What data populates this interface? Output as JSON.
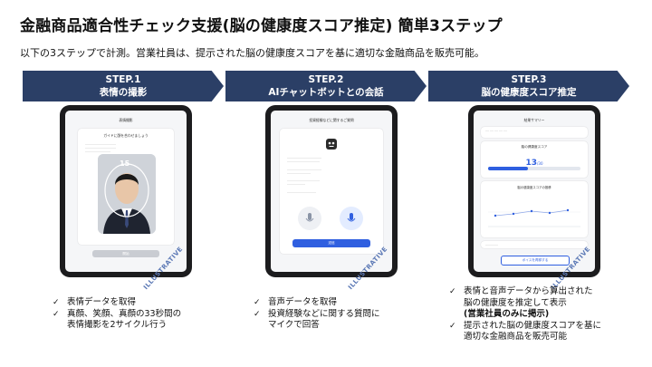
{
  "title": "金融商品適合性チェック支援(脳の健康度スコア推定) 簡単3ステップ",
  "subtitle": "以下の3ステップで計測。営業社員は、提示された脳の健康度スコアを基に適切な金融商品を販売可能。",
  "steps": [
    {
      "label": "STEP.1",
      "name": "表情の撮影"
    },
    {
      "label": "STEP.2",
      "name": "AIチャットボットとの会話"
    },
    {
      "label": "STEP.3",
      "name": "脳の健康度スコア推定"
    }
  ],
  "screens": {
    "s1": {
      "title": "表情撮影",
      "card_title": "ガイドに顔を合わせましょう",
      "countdown": "15",
      "button": "開始"
    },
    "s2": {
      "title": "投資経験などに関するご質問",
      "button": "送信"
    },
    "s3": {
      "title": "結果サマリー",
      "score_label": "脳の健康度スコア",
      "score": "13",
      "score_unit": "/30",
      "trend_label": "脳の健康度スコアの推移",
      "button": "ボイスを再録する"
    }
  },
  "watermark": "ILLUSTRATIVE",
  "check_icon": "check-icon",
  "bullets": {
    "step1": [
      {
        "lines": [
          "表情データを取得"
        ]
      },
      {
        "lines": [
          "真顔、笑顔、真顔の33秒間の",
          "表情撮影を2サイクル行う"
        ]
      }
    ],
    "step2": [
      {
        "lines": [
          "音声データを取得"
        ]
      },
      {
        "lines": [
          "投資経験などに関する質問に",
          "マイクで回答"
        ]
      }
    ],
    "step3": [
      {
        "lines": [
          "表情と音声データから算出された",
          "脳の健康度を推定して表示"
        ],
        "bold": "(営業社員のみに掲示)"
      },
      {
        "lines": [
          "提示された脳の健康度スコアを基に",
          "適切な金融商品を販売可能"
        ]
      }
    ]
  }
}
